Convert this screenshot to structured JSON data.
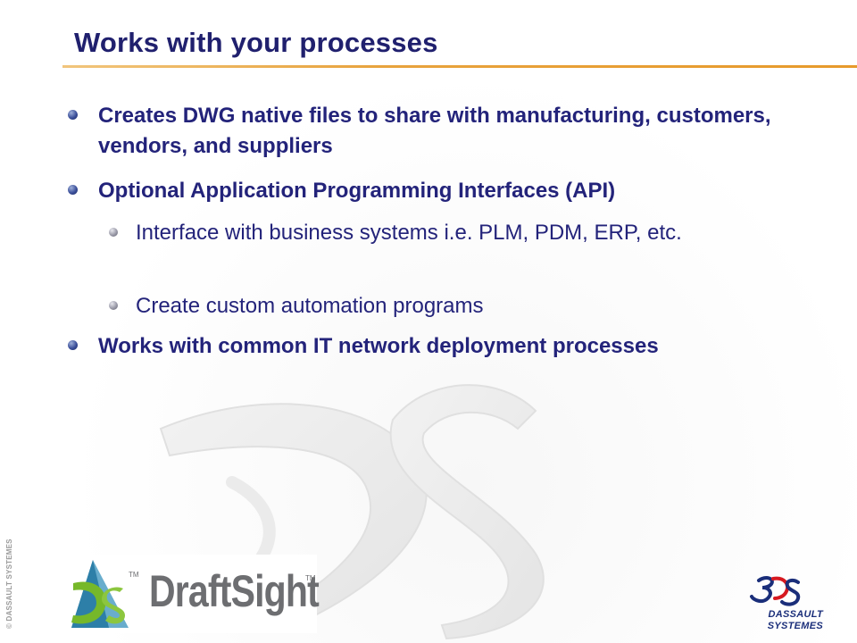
{
  "slide": {
    "title": "Works with your processes",
    "bullets": [
      {
        "text": "Creates DWG native files to share with manufacturing, customers, vendors, and suppliers"
      },
      {
        "text": "Optional Application Programming Interfaces (API)"
      },
      {
        "text": "Interface with business systems i.e. PLM, PDM, ERP, etc."
      },
      {
        "text": "Create custom automation programs"
      },
      {
        "text": "Works with common IT network deployment processes"
      }
    ]
  },
  "footer": {
    "copyright": "© DASSAULT SYSTEMES",
    "product_logo": {
      "icon": "draftsight-ds-icon",
      "word": "DraftSight",
      "tm": "TM"
    },
    "company_logo": {
      "icon": "3ds-logo-icon",
      "line1": "DASSAULT",
      "line2": "SYSTEMES"
    }
  },
  "colors": {
    "title": "#20206e",
    "body_text": "#23237a",
    "title_rule": "#e8a33d"
  }
}
